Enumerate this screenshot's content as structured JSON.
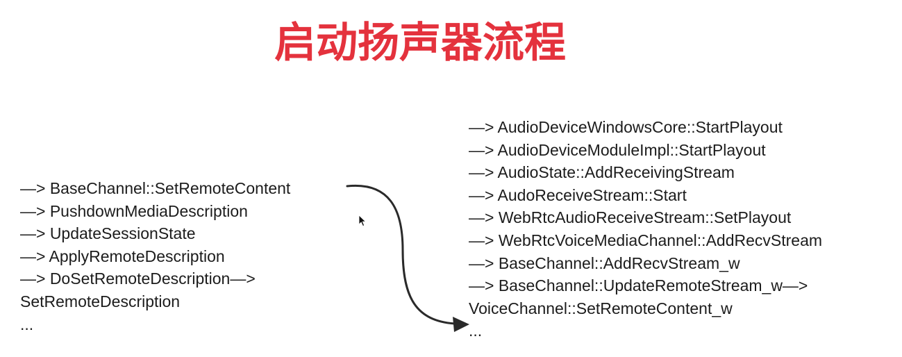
{
  "title": "启动扬声器流程",
  "left_steps": [
    "—> BaseChannel::SetRemoteContent",
    "—> PushdownMediaDescription",
    "—> UpdateSessionState",
    "—> ApplyRemoteDescription",
    "—> DoSetRemoteDescription—>",
    "SetRemoteDescription",
    "..."
  ],
  "right_steps": [
    "—> AudioDeviceWindowsCore::StartPlayout",
    "—> AudioDeviceModuleImpl::StartPlayout",
    "—> AudioState::AddReceivingStream",
    "—> AudoReceiveStream::Start",
    "—> WebRtcAudioReceiveStream::SetPlayout",
    "—> WebRtcVoiceMediaChannel::AddRecvStream",
    "—> BaseChannel::AddRecvStream_w",
    "—> BaseChannel::UpdateRemoteStream_w—>",
    "VoiceChannel::SetRemoteContent_w",
    "..."
  ],
  "colors": {
    "title": "#e4323d",
    "text": "#1c1c1c",
    "connector": "#2a2a2a"
  },
  "icons": {
    "connector": "curved-arrow-icon",
    "cursor": "mouse-pointer-icon"
  }
}
